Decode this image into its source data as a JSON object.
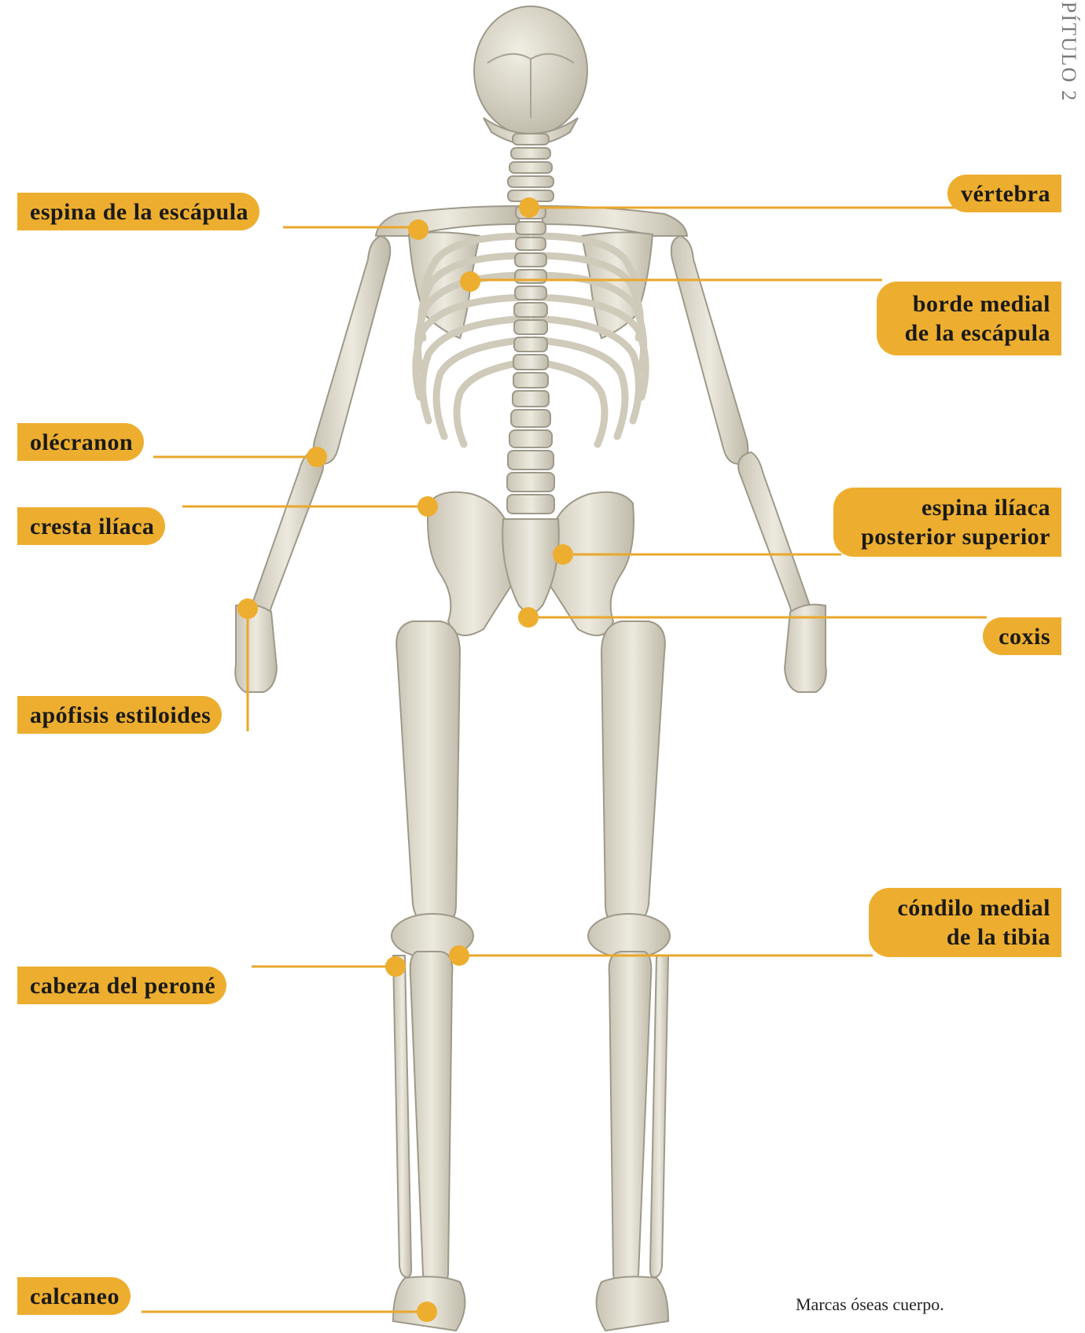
{
  "chapter_marker": "PÍTULO 2",
  "caption": "Marcas óseas cuerpo.",
  "colors": {
    "label_fill": "#EDAE2F",
    "leader_line": "#E9A72B",
    "bone": "#E7E3D6",
    "bone_shade": "#BEB9A9"
  },
  "labels": {
    "espina_escapula": "espina de la escápula",
    "olecranon": "olécranon",
    "cresta_iliaca": "cresta ilíaca",
    "apofisis_estiloides": "apófisis estiloides",
    "cabeza_perone": "cabeza del peroné",
    "calcaneo": "calcaneo",
    "vertebra": "vértebra",
    "borde_medial_line1": "borde medial",
    "borde_medial_line2": "de la escápula",
    "espina_iliaca_line1": "espina ilíaca",
    "espina_iliaca_line2": "posterior superior",
    "coxis": "coxis",
    "condilo_line1": "cóndilo medial",
    "condilo_line2": "de la tibia"
  }
}
